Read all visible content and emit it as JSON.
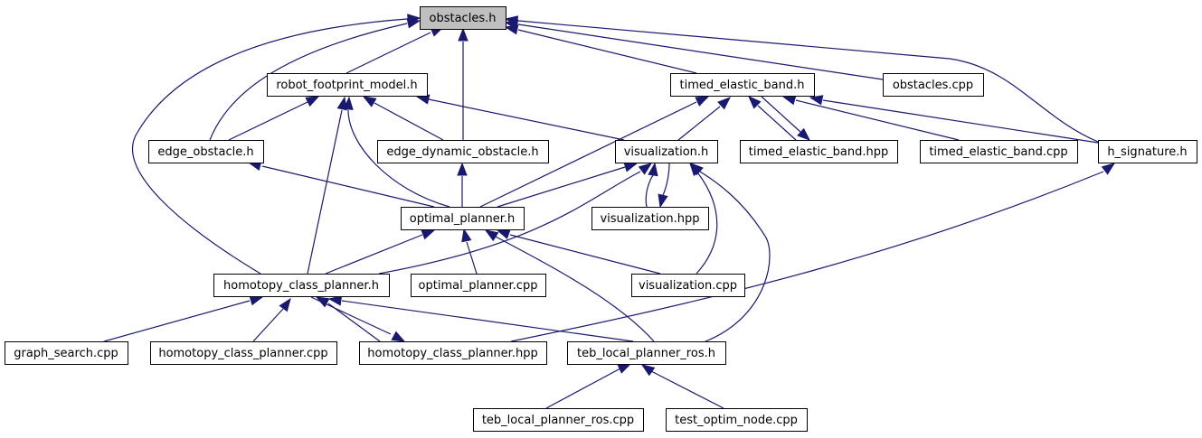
{
  "diagram": {
    "title": "Include dependency graph for obstacles.h",
    "colors": {
      "edge": "#191970",
      "root_fill": "#bfbfbf",
      "node_fill": "#ffffff",
      "border": "#000000"
    },
    "nodes": [
      {
        "id": "obstacles_h",
        "label": "obstacles.h",
        "root": true
      },
      {
        "id": "robot_footprint_model_h",
        "label": "robot_footprint_model.h"
      },
      {
        "id": "timed_elastic_band_h",
        "label": "timed_elastic_band.h"
      },
      {
        "id": "obstacles_cpp",
        "label": "obstacles.cpp"
      },
      {
        "id": "edge_obstacle_h",
        "label": "edge_obstacle.h"
      },
      {
        "id": "edge_dynamic_obstacle_h",
        "label": "edge_dynamic_obstacle.h"
      },
      {
        "id": "visualization_h",
        "label": "visualization.h"
      },
      {
        "id": "timed_elastic_band_hpp",
        "label": "timed_elastic_band.hpp"
      },
      {
        "id": "timed_elastic_band_cpp",
        "label": "timed_elastic_band.cpp"
      },
      {
        "id": "h_signature_h",
        "label": "h_signature.h"
      },
      {
        "id": "optimal_planner_h",
        "label": "optimal_planner.h"
      },
      {
        "id": "visualization_hpp",
        "label": "visualization.hpp"
      },
      {
        "id": "homotopy_class_planner_h",
        "label": "homotopy_class_planner.h"
      },
      {
        "id": "optimal_planner_cpp",
        "label": "optimal_planner.cpp"
      },
      {
        "id": "visualization_cpp",
        "label": "visualization.cpp"
      },
      {
        "id": "graph_search_cpp",
        "label": "graph_search.cpp"
      },
      {
        "id": "homotopy_class_planner_cpp",
        "label": "homotopy_class_planner.cpp"
      },
      {
        "id": "homotopy_class_planner_hpp",
        "label": "homotopy_class_planner.hpp"
      },
      {
        "id": "teb_local_planner_ros_h",
        "label": "teb_local_planner_ros.h"
      },
      {
        "id": "teb_local_planner_ros_cpp",
        "label": "teb_local_planner_ros.cpp"
      },
      {
        "id": "test_optim_node_cpp",
        "label": "test_optim_node.cpp"
      }
    ],
    "edges": [
      {
        "from": "robot_footprint_model_h",
        "to": "obstacles_h"
      },
      {
        "from": "edge_dynamic_obstacle_h",
        "to": "obstacles_h"
      },
      {
        "from": "edge_obstacle_h",
        "to": "obstacles_h"
      },
      {
        "from": "homotopy_class_planner_h",
        "to": "obstacles_h"
      },
      {
        "from": "timed_elastic_band_h",
        "to": "obstacles_h"
      },
      {
        "from": "obstacles_cpp",
        "to": "obstacles_h"
      },
      {
        "from": "h_signature_h",
        "to": "obstacles_h"
      },
      {
        "from": "edge_obstacle_h",
        "to": "robot_footprint_model_h"
      },
      {
        "from": "homotopy_class_planner_h",
        "to": "robot_footprint_model_h"
      },
      {
        "from": "optimal_planner_h",
        "to": "robot_footprint_model_h"
      },
      {
        "from": "edge_dynamic_obstacle_h",
        "to": "robot_footprint_model_h"
      },
      {
        "from": "visualization_h",
        "to": "robot_footprint_model_h"
      },
      {
        "from": "optimal_planner_h",
        "to": "timed_elastic_band_h"
      },
      {
        "from": "visualization_h",
        "to": "timed_elastic_band_h"
      },
      {
        "from": "timed_elastic_band_hpp",
        "to": "timed_elastic_band_h"
      },
      {
        "from": "timed_elastic_band_h",
        "to": "timed_elastic_band_hpp"
      },
      {
        "from": "timed_elastic_band_cpp",
        "to": "timed_elastic_band_h"
      },
      {
        "from": "h_signature_h",
        "to": "timed_elastic_band_h"
      },
      {
        "from": "optimal_planner_h",
        "to": "edge_obstacle_h"
      },
      {
        "from": "optimal_planner_h",
        "to": "edge_dynamic_obstacle_h"
      },
      {
        "from": "optimal_planner_h",
        "to": "visualization_h"
      },
      {
        "from": "homotopy_class_planner_h",
        "to": "visualization_h"
      },
      {
        "from": "visualization_hpp",
        "to": "visualization_h"
      },
      {
        "from": "visualization_h",
        "to": "visualization_hpp"
      },
      {
        "from": "visualization_cpp",
        "to": "visualization_h"
      },
      {
        "from": "teb_local_planner_ros_h",
        "to": "visualization_h"
      },
      {
        "from": "homotopy_class_planner_h",
        "to": "optimal_planner_h"
      },
      {
        "from": "optimal_planner_cpp",
        "to": "optimal_planner_h"
      },
      {
        "from": "teb_local_planner_ros_h",
        "to": "optimal_planner_h"
      },
      {
        "from": "visualization_cpp",
        "to": "optimal_planner_h"
      },
      {
        "from": "homotopy_class_planner_hpp",
        "to": "h_signature_h"
      },
      {
        "from": "graph_search_cpp",
        "to": "homotopy_class_planner_h"
      },
      {
        "from": "homotopy_class_planner_cpp",
        "to": "homotopy_class_planner_h"
      },
      {
        "from": "homotopy_class_planner_hpp",
        "to": "homotopy_class_planner_h"
      },
      {
        "from": "homotopy_class_planner_h",
        "to": "homotopy_class_planner_hpp"
      },
      {
        "from": "teb_local_planner_ros_h",
        "to": "homotopy_class_planner_h"
      },
      {
        "from": "teb_local_planner_ros_cpp",
        "to": "teb_local_planner_ros_h"
      },
      {
        "from": "test_optim_node_cpp",
        "to": "teb_local_planner_ros_h"
      }
    ]
  }
}
